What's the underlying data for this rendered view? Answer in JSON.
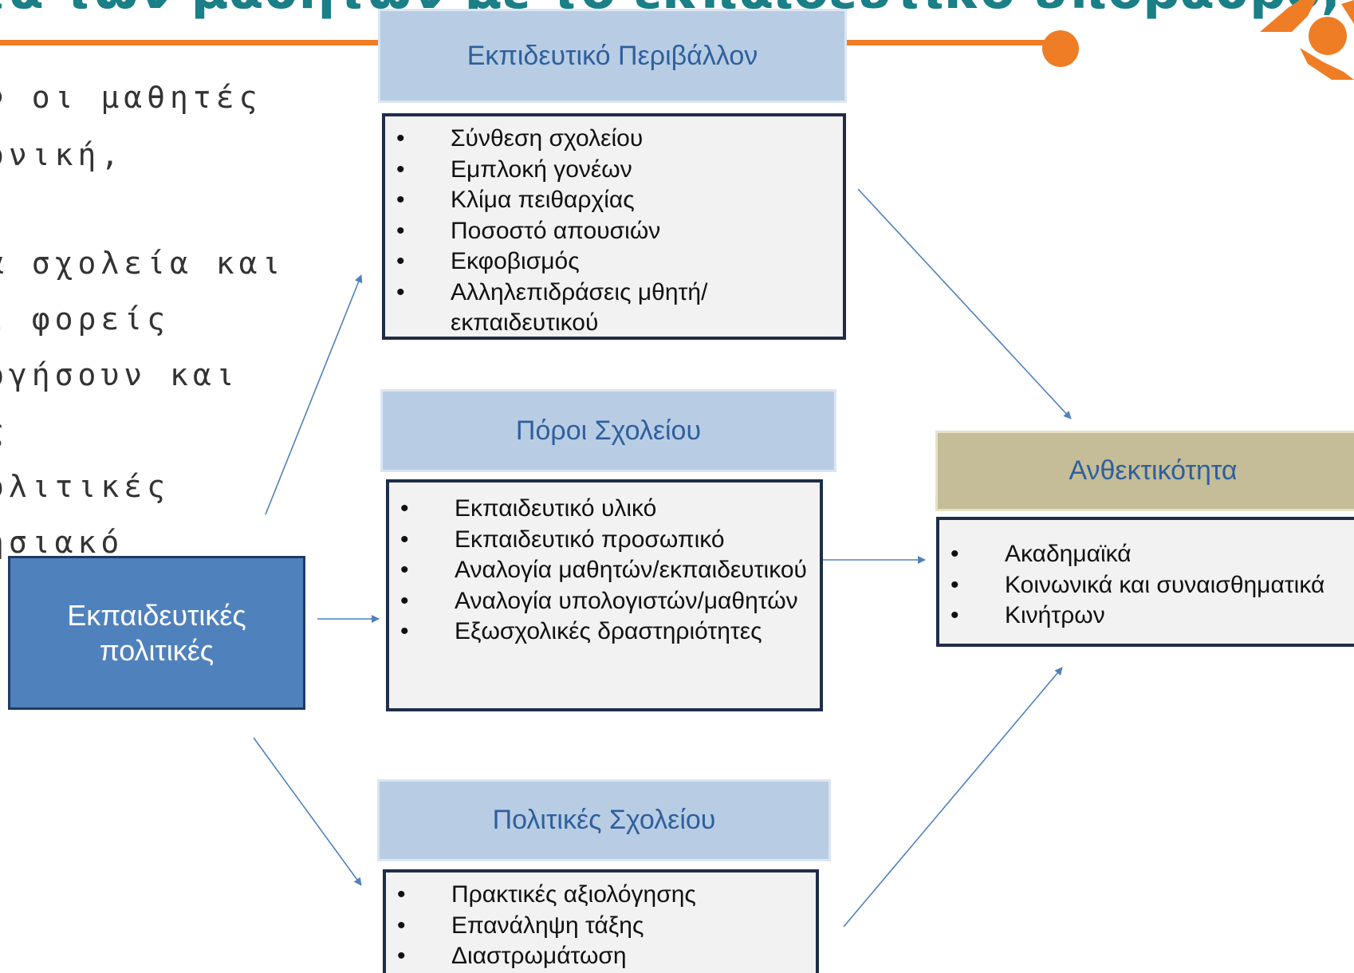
{
  "slide_title": "τα των μαθητών με το εκπαιδευτικό υπόβαθρο,",
  "background_text_lines": [
    "ν οι μαθητές",
    "ονική,",
    "α σχολεία και",
    "ι φορείς",
    "ργήσουν και",
    "ς",
    "ολιτικές",
    "ησιακό"
  ],
  "source_box": {
    "label": "Εκπαιδευτικές πολιτικές"
  },
  "groups": [
    {
      "header": "Εκπιδευτικό Περιβάλλον",
      "items": [
        "Σύνθεση σχολείου",
        "Εμπλοκή γονέων",
        "Κλίμα πειθαρχίας",
        "Ποσοστό απουσιών",
        "Εκφοβισμός",
        "Αλληλεπιδράσεις μθητή/ εκπαιδευτικού"
      ]
    },
    {
      "header": "Πόροι Σχολείου",
      "items": [
        "Εκπαιδευτικό υλικό",
        "Εκπαιδευτικό προσωπικό",
        "Αναλογία μαθητών/εκπαιδευτικού",
        "Αναλογία υπολογιστών/μαθητών",
        "Εξωσχολικές δραστηριότητες"
      ]
    },
    {
      "header": "Πολιτικές Σχολείου",
      "items": [
        "Πρακτικές αξιολόγησης",
        "Επανάληψη τάξης",
        "Διαστρωμάτωση"
      ]
    }
  ],
  "outcome": {
    "header": "Ανθεκτικότητα",
    "items": [
      "Ακαδημαϊκά",
      "Κοινωνικά και συναισθηματικά",
      "Κινήτρων"
    ]
  },
  "colors": {
    "title": "#1a7f86",
    "accent": "#ee7d26",
    "header_blue": "#b8cde4",
    "header_gold": "#c4bd97",
    "source_box": "#4f81bd",
    "arrow": "#4f81bd"
  },
  "icons": {
    "logo": "orange-splash-logo-icon"
  }
}
